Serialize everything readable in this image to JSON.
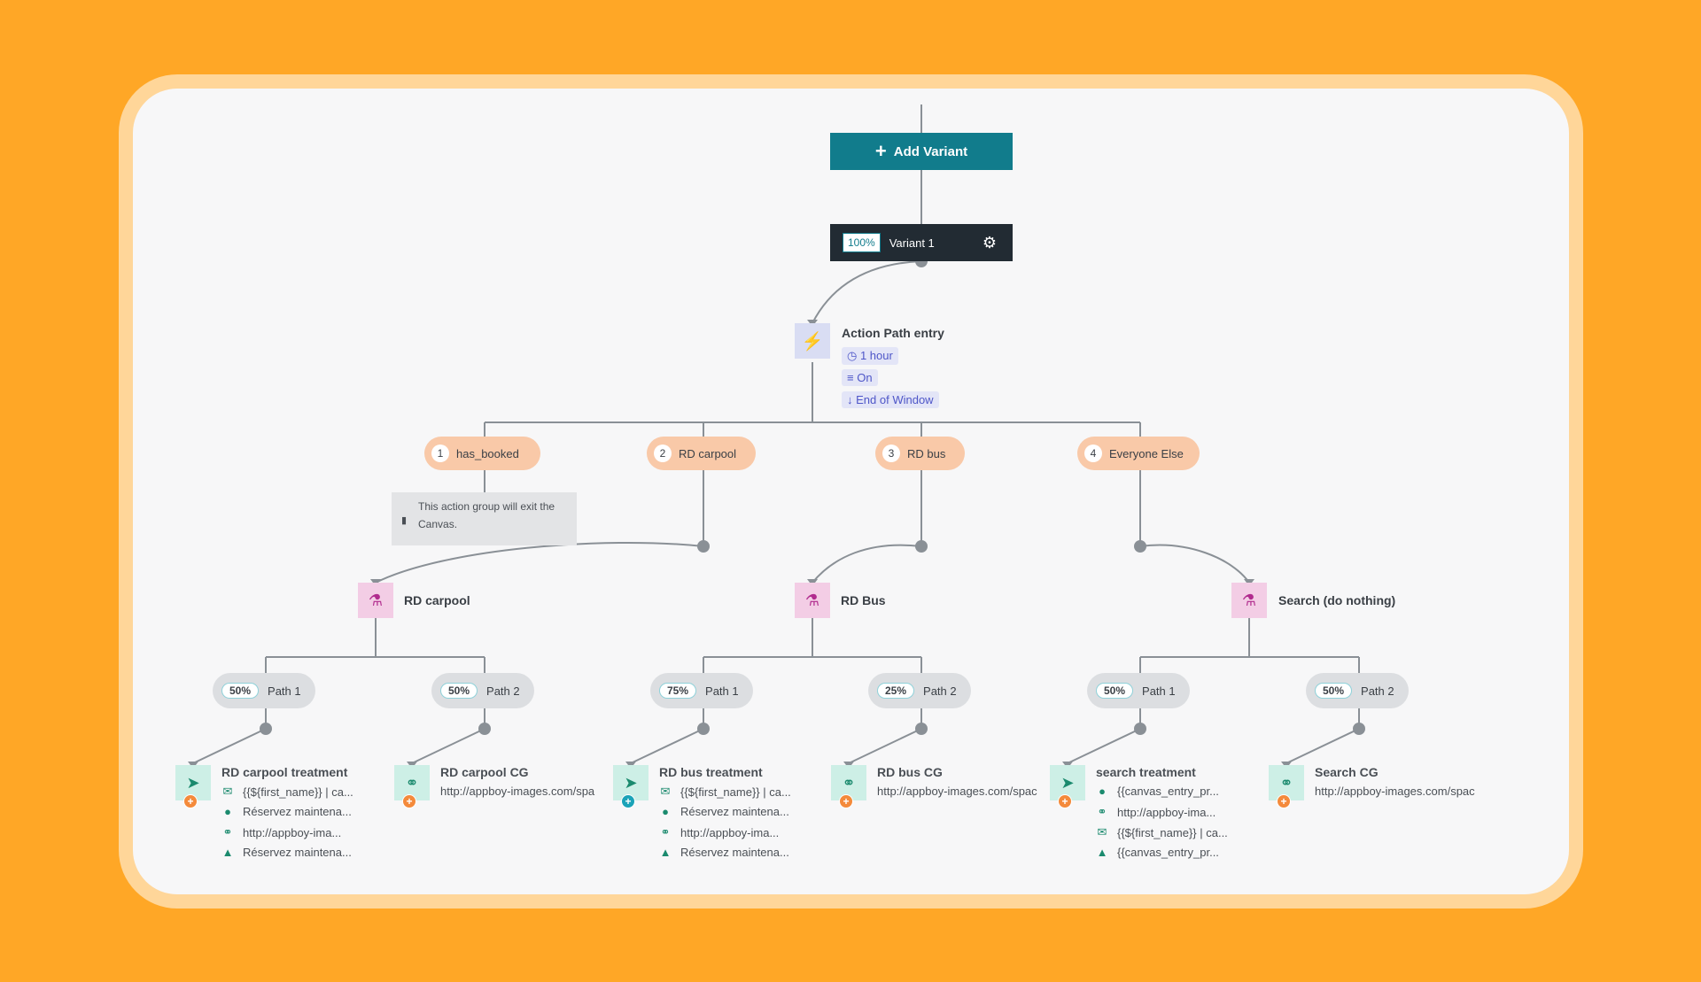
{
  "canvas": {
    "add_variant_label": "Add Variant",
    "variant": {
      "percent": "100%",
      "name": "Variant 1"
    },
    "action_path": {
      "title": "Action Path entry",
      "chips": [
        "1 hour",
        "On",
        "End of Window"
      ]
    },
    "groups": [
      {
        "num": "1",
        "label": "has_booked"
      },
      {
        "num": "2",
        "label": "RD carpool"
      },
      {
        "num": "3",
        "label": "RD bus"
      },
      {
        "num": "4",
        "label": "Everyone Else"
      }
    ],
    "exit_note": "This action group will exit the Canvas.",
    "experiments": [
      {
        "label": "RD carpool"
      },
      {
        "label": "RD Bus"
      },
      {
        "label": "Search (do nothing)"
      }
    ],
    "paths": [
      {
        "percent": "50%",
        "label": "Path 1"
      },
      {
        "percent": "50%",
        "label": "Path 2"
      },
      {
        "percent": "75%",
        "label": "Path 1"
      },
      {
        "percent": "25%",
        "label": "Path 2"
      },
      {
        "percent": "50%",
        "label": "Path 1"
      },
      {
        "percent": "50%",
        "label": "Path 2"
      }
    ],
    "steps": [
      {
        "title": "RD carpool treatment",
        "lines": [
          "{{${first_name}} | ca...",
          "Réservez maintena...",
          "http://appboy-ima...",
          "Réservez maintena..."
        ]
      },
      {
        "title": "RD carpool CG",
        "lines": [
          "http://appboy-images.com/spa"
        ]
      },
      {
        "title": "RD bus treatment",
        "lines": [
          "{{${first_name}} | ca...",
          "Réservez maintena...",
          "http://appboy-ima...",
          "Réservez maintena..."
        ]
      },
      {
        "title": "RD bus CG",
        "lines": [
          "http://appboy-images.com/spac"
        ]
      },
      {
        "title": "search treatment",
        "lines": [
          "{{canvas_entry_pr...",
          "http://appboy-ima...",
          "{{${first_name}} | ca...",
          "{{canvas_entry_pr..."
        ]
      },
      {
        "title": "Search CG",
        "lines": [
          "http://appboy-images.com/spac"
        ]
      }
    ]
  },
  "icons": {
    "add": "plus-icon",
    "settings": "gear-icon",
    "action": "lightning-icon",
    "experiment": "flask-icon",
    "message": "paper-plane-icon",
    "link": "link-icon",
    "email": "envelope-icon",
    "ios": "apple-icon",
    "android": "android-icon",
    "exit": "exit-door-icon",
    "clock": "clock-icon",
    "list": "list-icon",
    "arrow": "arrow-down-icon"
  },
  "colors": {
    "background": "#FFA726",
    "teal": "#117C8C",
    "dark": "#222B33",
    "group_pill": "#F9C9A8",
    "experiment": "#F3CDE5",
    "action": "#D9DDF3",
    "message": "#CDEFE6"
  }
}
